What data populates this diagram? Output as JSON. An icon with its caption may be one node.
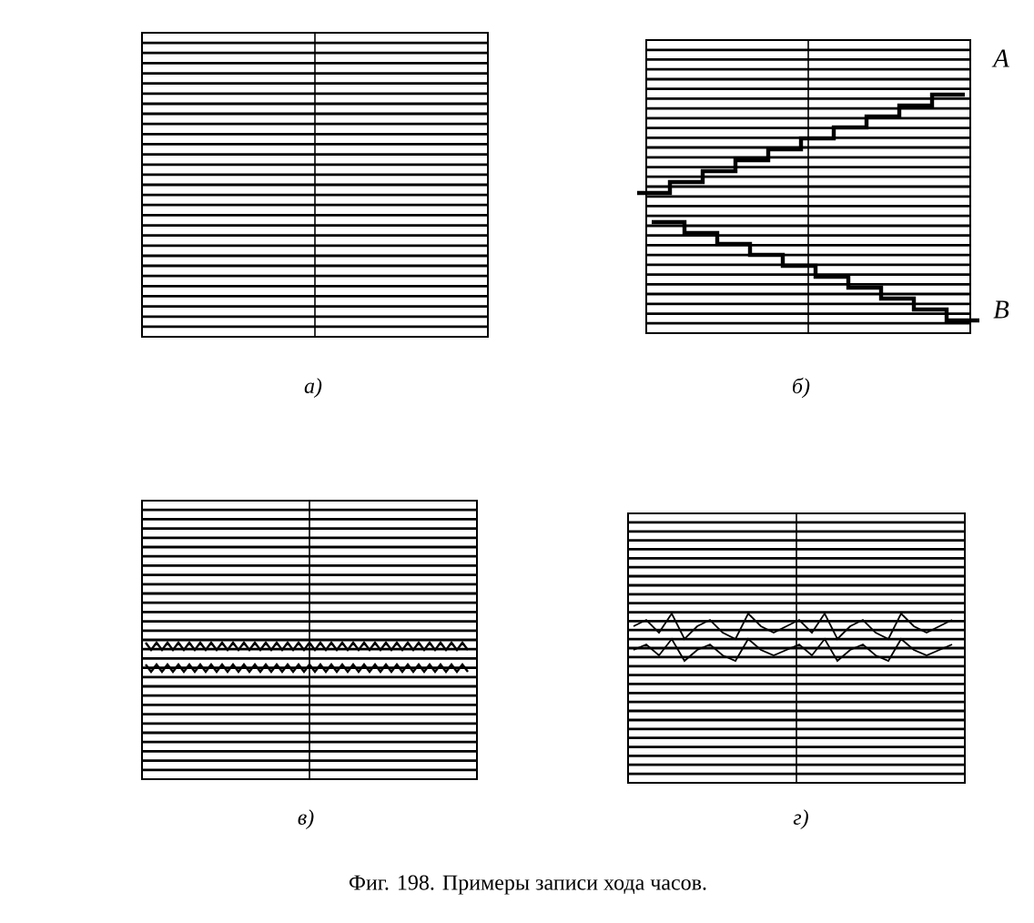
{
  "diagram": {
    "caption": "Фиг. 198. Примеры записи хода часов.",
    "nodes": [
      {
        "text": [],
        "shape": "box",
        "beside": [
          "а)"
        ]
      },
      {
        "text": [],
        "shape": "box",
        "beside": [
          "А",
          "В",
          "б)"
        ]
      },
      {
        "text": [],
        "shape": "box",
        "beside": [
          "в)"
        ]
      },
      {
        "text": [],
        "shape": "box",
        "beside": [
          "г)"
        ]
      }
    ]
  }
}
